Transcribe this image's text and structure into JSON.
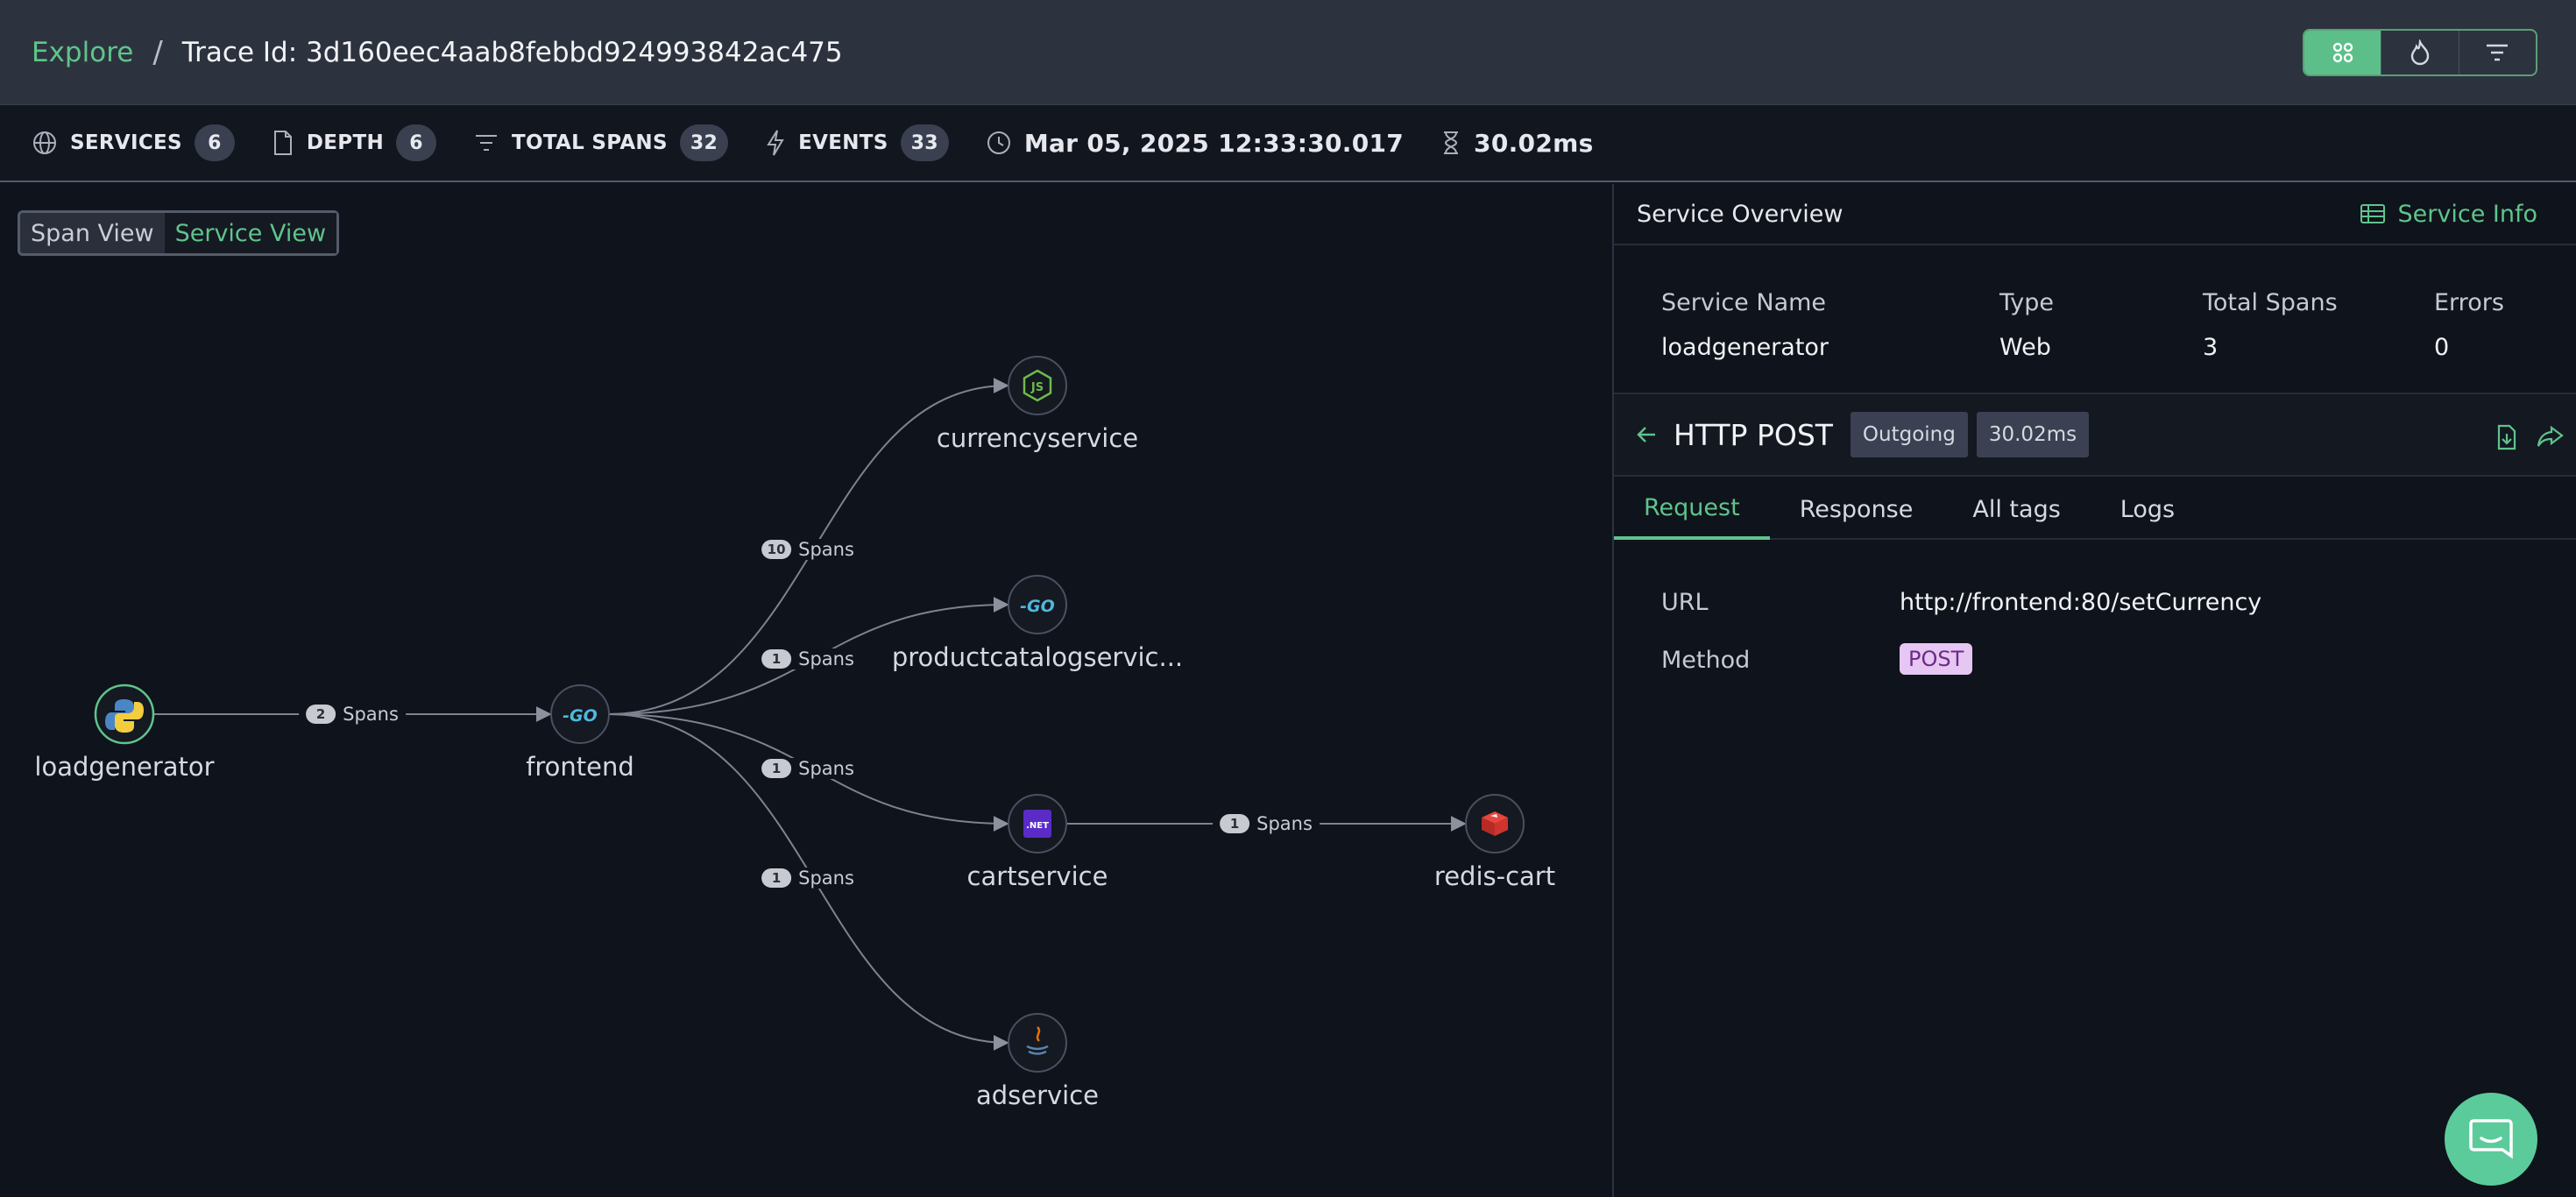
{
  "header": {
    "breadcrumb_link": "Explore",
    "breadcrumb_sep": "/",
    "title": "Trace Id: 3d160eec4aab8febbd924993842ac475"
  },
  "stats": {
    "services_label": "SERVICES",
    "services_count": "6",
    "depth_label": "DEPTH",
    "depth_count": "6",
    "spans_label": "TOTAL SPANS",
    "spans_count": "32",
    "events_label": "EVENTS",
    "events_count": "33",
    "timestamp": "Mar 05, 2025 12:33:30.017",
    "duration": "30.02ms"
  },
  "view_toggle": {
    "span_view": "Span View",
    "service_view": "Service View"
  },
  "graph": {
    "nodes": [
      {
        "id": "loadgenerator",
        "label": "loadgenerator",
        "icon": "python-icon"
      },
      {
        "id": "frontend",
        "label": "frontend",
        "icon": "go-icon"
      },
      {
        "id": "currencyservice",
        "label": "currencyservice",
        "icon": "nodejs-icon"
      },
      {
        "id": "productcatalog",
        "label": "productcatalogservic...",
        "icon": "go-icon"
      },
      {
        "id": "cartservice",
        "label": "cartservice",
        "icon": "dotnet-icon"
      },
      {
        "id": "adservice",
        "label": "adservice",
        "icon": "java-icon"
      },
      {
        "id": "rediscart",
        "label": "redis-cart",
        "icon": "redis-icon"
      }
    ],
    "edges": [
      {
        "count": "2",
        "label": "Spans"
      },
      {
        "count": "10",
        "label": "Spans"
      },
      {
        "count": "1",
        "label": "Spans"
      },
      {
        "count": "1",
        "label": "Spans"
      },
      {
        "count": "1",
        "label": "Spans"
      },
      {
        "count": "1",
        "label": "Spans"
      }
    ]
  },
  "panel": {
    "title": "Service Overview",
    "service_info": "Service Info",
    "overview": {
      "name_h": "Service Name",
      "name_v": "loadgenerator",
      "type_h": "Type",
      "type_v": "Web",
      "spans_h": "Total Spans",
      "spans_v": "3",
      "errors_h": "Errors",
      "errors_v": "0"
    },
    "request": {
      "title": "HTTP POST",
      "direction": "Outgoing",
      "duration": "30.02ms"
    },
    "tabs": [
      "Request",
      "Response",
      "All tags",
      "Logs"
    ],
    "details": {
      "url_label": "URL",
      "url_value": "http://frontend:80/setCurrency",
      "method_label": "Method",
      "method_value": "POST"
    }
  },
  "colors": {
    "accent": "#5fc48c",
    "background": "#0f131b",
    "header": "#2d333e"
  }
}
